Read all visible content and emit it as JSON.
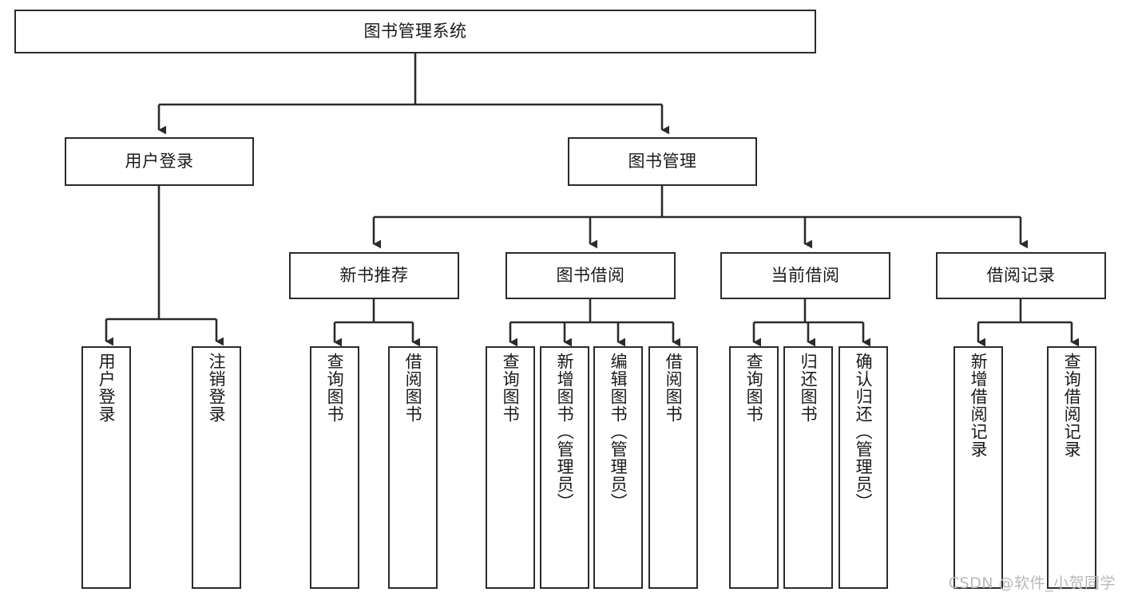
{
  "diagram": {
    "title": "图书管理系统",
    "type": "tree-hierarchy-diagram",
    "colors": {
      "background": "#ffffff",
      "node_fill": "#ffffff",
      "node_border": "#2b2b2b",
      "edge": "#2b2b2b",
      "text": "#1a1a1a",
      "watermark": "#b9b9b9"
    }
  },
  "nodes": {
    "root": {
      "label": "图书管理系统"
    },
    "level2": [
      {
        "label": "用户登录"
      },
      {
        "label": "图书管理"
      }
    ],
    "level3": [
      {
        "label": "新书推荐"
      },
      {
        "label": "图书借阅"
      },
      {
        "label": "当前借阅"
      },
      {
        "label": "借阅记录"
      }
    ],
    "leaves": [
      {
        "label": "用户登录",
        "parent": "用户登录"
      },
      {
        "label": "注销登录",
        "parent": "用户登录"
      },
      {
        "label": "查询图书",
        "parent": "新书推荐"
      },
      {
        "label": "借阅图书",
        "parent": "新书推荐"
      },
      {
        "label": "查询图书",
        "parent": "图书借阅"
      },
      {
        "label": "新增图书（管理员）",
        "parent": "图书借阅"
      },
      {
        "label": "编辑图书（管理员）",
        "parent": "图书借阅"
      },
      {
        "label": "借阅图书",
        "parent": "图书借阅"
      },
      {
        "label": "查询图书",
        "parent": "当前借阅"
      },
      {
        "label": "归还图书",
        "parent": "当前借阅"
      },
      {
        "label": "确认归还（管理员）",
        "parent": "当前借阅"
      },
      {
        "label": "新增借阅记录",
        "parent": "借阅记录"
      },
      {
        "label": "查询借阅记录",
        "parent": "借阅记录"
      }
    ]
  },
  "watermark": {
    "text": "CSDN @软件_小贺同学"
  }
}
